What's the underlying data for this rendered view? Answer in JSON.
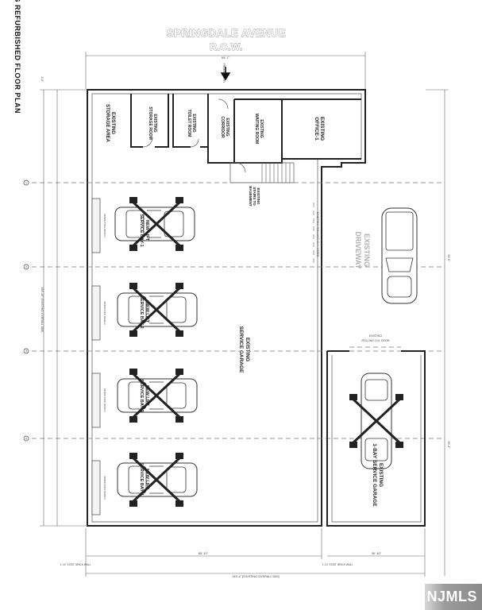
{
  "street": {
    "name": "SPRINGDALE AVENUE",
    "row": "R.O.W."
  },
  "plan_title": "EXISTING REFURBISHED FLOOR PLAN",
  "front_entry": "FRONT ENTRY",
  "rooms": {
    "storage_area": [
      "EXISTING",
      "STORAGE AREA"
    ],
    "storage_room": [
      "EXISTING",
      "STORAGE ROOM"
    ],
    "toilet_room": [
      "EXISTING",
      "TOILET ROOM"
    ],
    "corridor": [
      "EXISTING",
      "CORRIDOR"
    ],
    "waiting_room": [
      "EXISTING",
      "WAITING ROOM"
    ],
    "office": [
      "EXISTING",
      "OFFICE-1"
    ],
    "stairs": [
      "EXISTING",
      "STAIRS TO",
      "BASEMENT"
    ],
    "service_garage": [
      "EXISTING",
      "SERVICE GARAGE"
    ],
    "bay_garage": [
      "EXISTING",
      "1-BAY SERVICE GARAGE"
    ]
  },
  "bays": [
    {
      "line1": "NEW LIFT",
      "line2": "SERVICE BAY-1"
    },
    {
      "line1": "NEW LIFT",
      "line2": "SERVICE BAY-2"
    },
    {
      "line1": "NEW LIFT",
      "line2": "SERVICE BAY-3"
    },
    {
      "line1": "NEW LIFT",
      "line2": "SERVICE BAY-4"
    }
  ],
  "workbench": "WORK/TOOL BENCH",
  "door_rolling_left": "EXISTING ROLLING O.H. DOOR",
  "door_rolling_right": [
    "EXISTING",
    "ROLLING O.H. DOOR"
  ],
  "driveway": [
    "EXISTING",
    "DRIVEWAY"
  ],
  "dims": {
    "top": "95'-7\"",
    "bottom_left": "65'-10\"",
    "bottom_right": "30'-10\"",
    "overall": "149'-4\" (EXISTING OVERALL DIM)",
    "left_overall": "165'-10\" (EXISTING OVERALL DIM)",
    "brick_left": "1'-10\" EXIST. BRICK WALL",
    "brick_right": "1'-10\" EXIST. BRICK WALL",
    "small": "2'-0\"",
    "right_a": "61'-0\"",
    "right_b": "65'-3\""
  },
  "grid_markers": [
    "1",
    "2",
    "3",
    "4"
  ],
  "logo": "NJMLS"
}
